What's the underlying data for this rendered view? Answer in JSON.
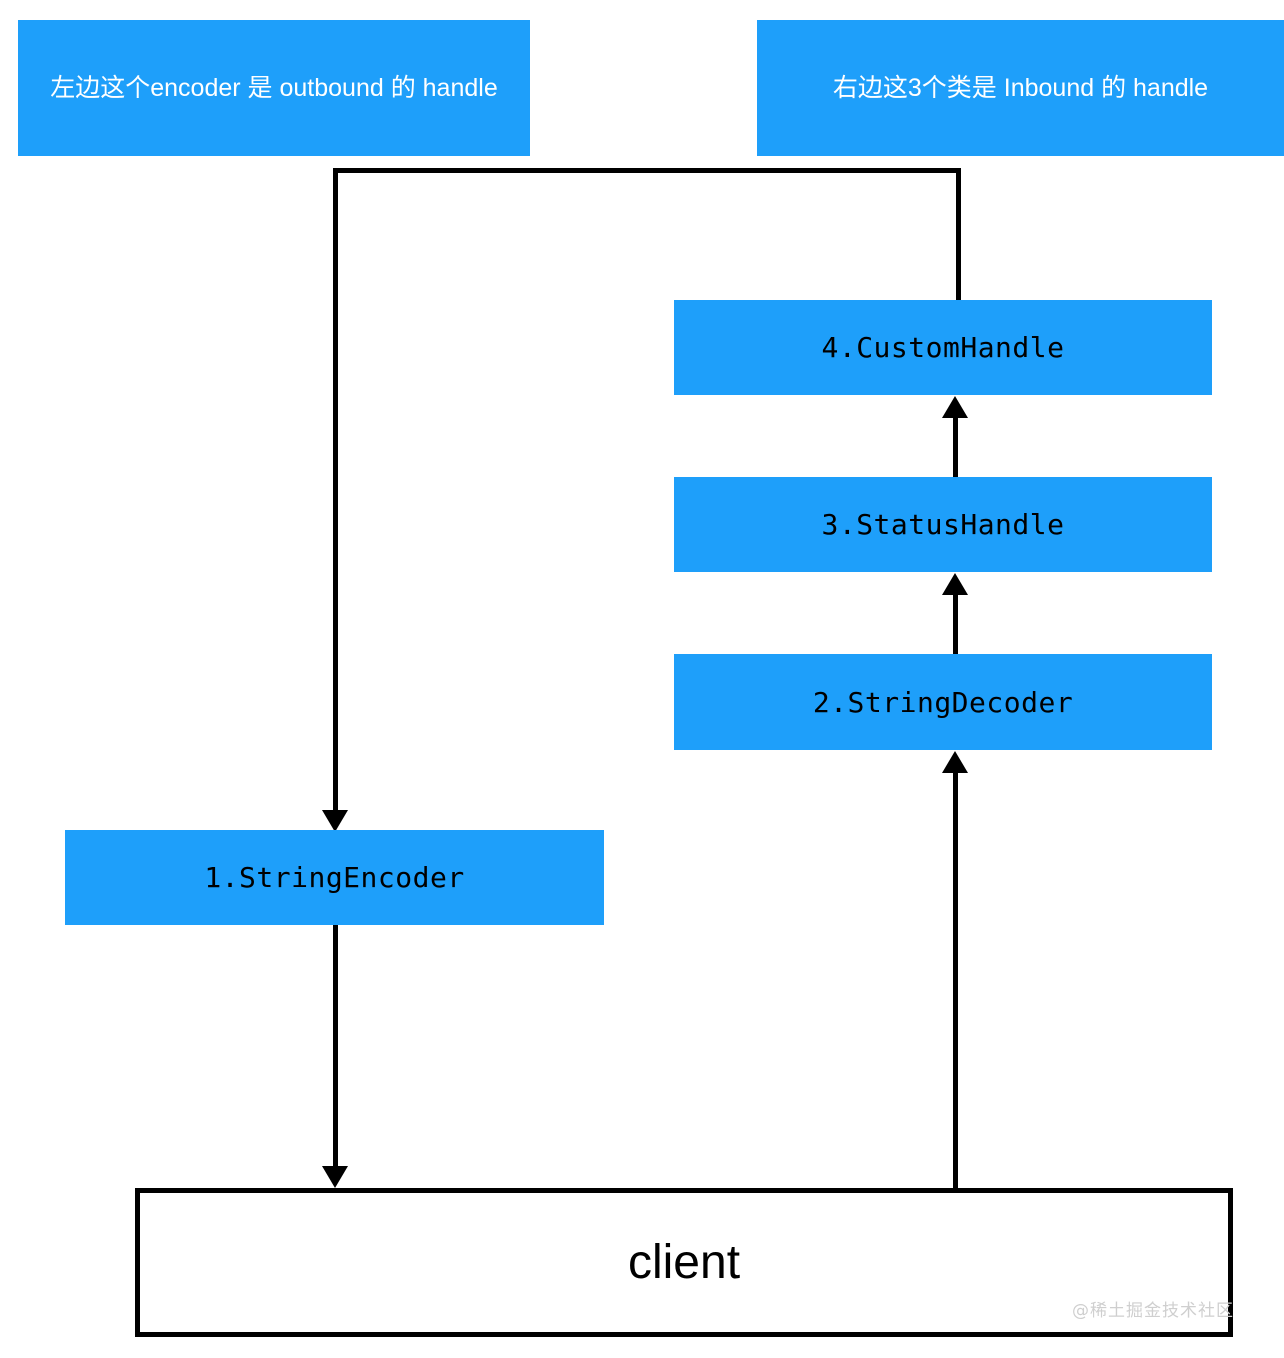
{
  "diagram": {
    "title_note_left": "左边这个encoder 是 outbound 的 handle",
    "title_note_right": "右边这3个类是 Inbound 的 handle",
    "notes": [
      {
        "id": "note-outbound",
        "text": "左边这个encoder 是 outbound 的 handle"
      },
      {
        "id": "note-inbound",
        "text": "右边这3个类是 Inbound 的 handle"
      }
    ],
    "nodes": [
      {
        "id": "string-encoder",
        "label": "1.StringEncoder"
      },
      {
        "id": "string-decoder",
        "label": "2.StringDecoder"
      },
      {
        "id": "status-handle",
        "label": "3.StatusHandle"
      },
      {
        "id": "custom-handle",
        "label": "4.CustomHandle"
      },
      {
        "id": "client",
        "label": "client"
      }
    ],
    "edges": [
      {
        "from": "custom-handle",
        "to": "string-encoder",
        "direction": "down",
        "note": "routed left via top rail"
      },
      {
        "from": "status-handle",
        "to": "custom-handle",
        "direction": "up"
      },
      {
        "from": "string-decoder",
        "to": "status-handle",
        "direction": "up"
      },
      {
        "from": "client",
        "to": "string-decoder",
        "direction": "up"
      },
      {
        "from": "string-encoder",
        "to": "client",
        "direction": "down"
      }
    ],
    "watermark": "@稀土掘金技术社区",
    "colors": {
      "node_fill": "#1E9FFA",
      "note_fill": "#1E9FFA",
      "note_text": "#ffffff",
      "node_text": "#000000",
      "edge": "#000000",
      "client_border": "#000000",
      "background": "#ffffff",
      "watermark_text": "#cfcfcf"
    }
  }
}
